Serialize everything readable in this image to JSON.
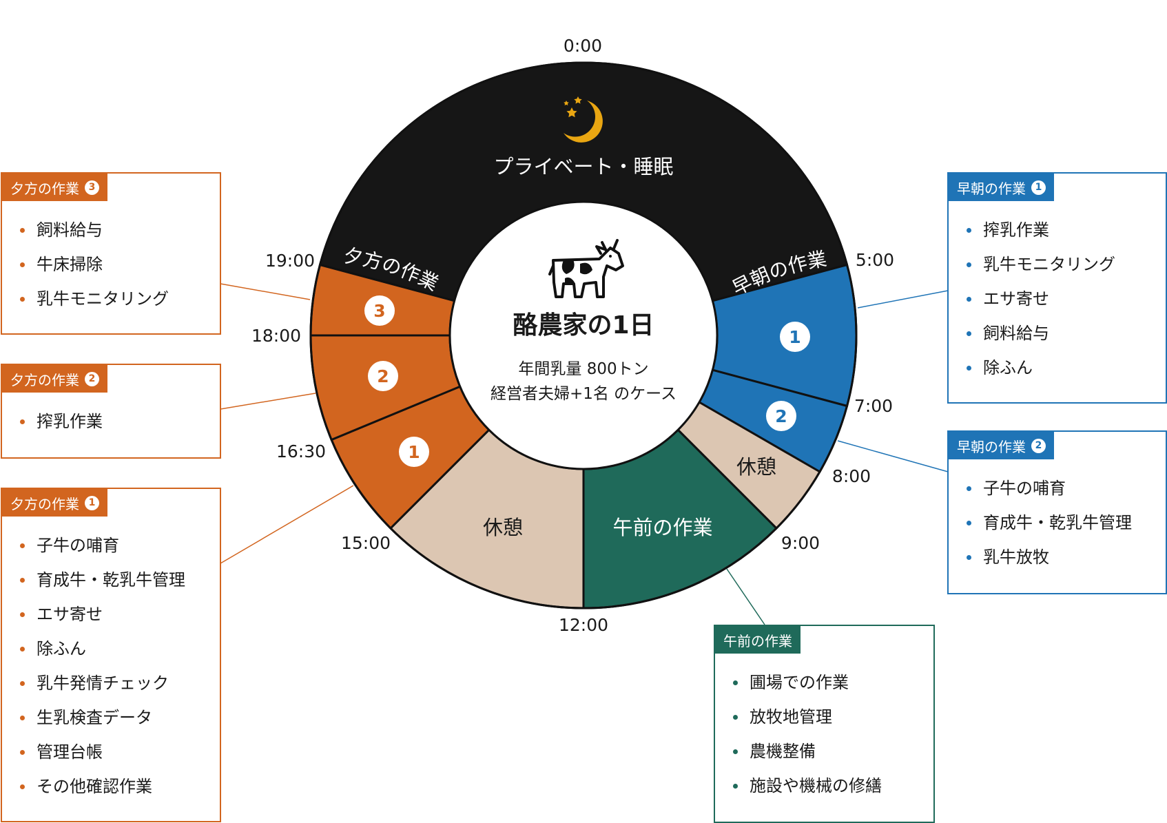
{
  "center": {
    "title": "酪農家の1日",
    "line1": "年間乳量 800トン",
    "line2": "経営者夫婦+1名 のケース"
  },
  "time_labels": [
    "0:00",
    "5:00",
    "7:00",
    "8:00",
    "9:00",
    "12:00",
    "15:00",
    "16:30",
    "18:00",
    "19:00"
  ],
  "segments": [
    {
      "id": "sleep",
      "start": 19,
      "end": 29,
      "label": "プライベート・睡眠",
      "color": "#161616",
      "text_color": "#ffffff"
    },
    {
      "id": "morning1",
      "start": 5,
      "end": 7,
      "badge": "1",
      "color": "#1f74b6"
    },
    {
      "id": "morning2",
      "start": 7,
      "end": 8,
      "badge": "2",
      "color": "#1f74b6"
    },
    {
      "id": "rest1",
      "start": 8,
      "end": 9,
      "label": "休憩",
      "color": "#dcc6b2",
      "text_color": "#1a1a1a"
    },
    {
      "id": "forenoon",
      "start": 9,
      "end": 12,
      "label": "午前の作業",
      "color": "#1f6a5a",
      "text_color": "#ffffff"
    },
    {
      "id": "rest2",
      "start": 12,
      "end": 15,
      "label": "休憩",
      "color": "#dcc6b2",
      "text_color": "#1a1a1a"
    },
    {
      "id": "evening1",
      "start": 15,
      "end": 16.5,
      "badge": "1",
      "color": "#d2651f"
    },
    {
      "id": "evening2",
      "start": 16.5,
      "end": 18,
      "badge": "2",
      "color": "#d2651f"
    },
    {
      "id": "evening3",
      "start": 18,
      "end": 19,
      "badge": "3",
      "color": "#d2651f"
    }
  ],
  "arc_labels": {
    "morning": "早朝の作業",
    "evening": "夕方の作業"
  },
  "icons": {
    "center": "cow-icon",
    "sleep": "moon-stars-icon"
  },
  "colors": {
    "orange": "#d2651f",
    "blue": "#1f74b6",
    "green": "#1f6a5a",
    "rest": "#dcc6b2",
    "night": "#161616",
    "moon": "#e9a612"
  },
  "boxes": {
    "evening3": {
      "title": "夕方の作業",
      "num": "3",
      "items": [
        "飼料給与",
        "牛床掃除",
        "乳牛モニタリング"
      ]
    },
    "evening2": {
      "title": "夕方の作業",
      "num": "2",
      "items": [
        "搾乳作業"
      ]
    },
    "evening1": {
      "title": "夕方の作業",
      "num": "1",
      "items": [
        "子牛の哺育",
        "育成牛・乾乳牛管理",
        "エサ寄せ",
        "除ふん",
        "乳牛発情チェック",
        "生乳検査データ",
        "管理台帳",
        "その他確認作業"
      ]
    },
    "morning1": {
      "title": "早朝の作業",
      "num": "1",
      "items": [
        "搾乳作業",
        "乳牛モニタリング",
        "エサ寄せ",
        "飼料給与",
        "除ふん"
      ]
    },
    "morning2": {
      "title": "早朝の作業",
      "num": "2",
      "items": [
        "子牛の哺育",
        "育成牛・乾乳牛管理",
        "乳牛放牧"
      ]
    },
    "forenoon": {
      "title": "午前の作業",
      "items": [
        "圃場での作業",
        "放牧地管理",
        "農機整備",
        "施設や機械の修繕"
      ]
    }
  }
}
